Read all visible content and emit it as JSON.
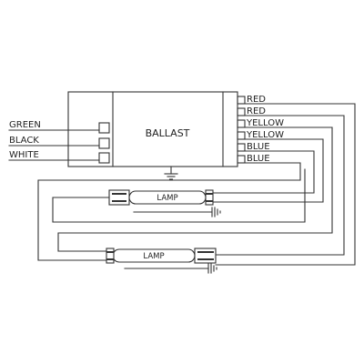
{
  "ballast": {
    "label": "BALLAST",
    "input_wires": [
      {
        "label": "GREEN"
      },
      {
        "label": "BLACK"
      },
      {
        "label": "WHITE"
      }
    ],
    "output_wires": [
      {
        "label": "RED"
      },
      {
        "label": "RED"
      },
      {
        "label": "YELLOW"
      },
      {
        "label": "YELLOW"
      },
      {
        "label": "BLUE"
      },
      {
        "label": "BLUE"
      }
    ]
  },
  "lamps": [
    {
      "label": "LAMP"
    },
    {
      "label": "LAMP"
    }
  ],
  "colors": {
    "line": "#333333",
    "text": "#222222",
    "background": "#ffffff"
  }
}
